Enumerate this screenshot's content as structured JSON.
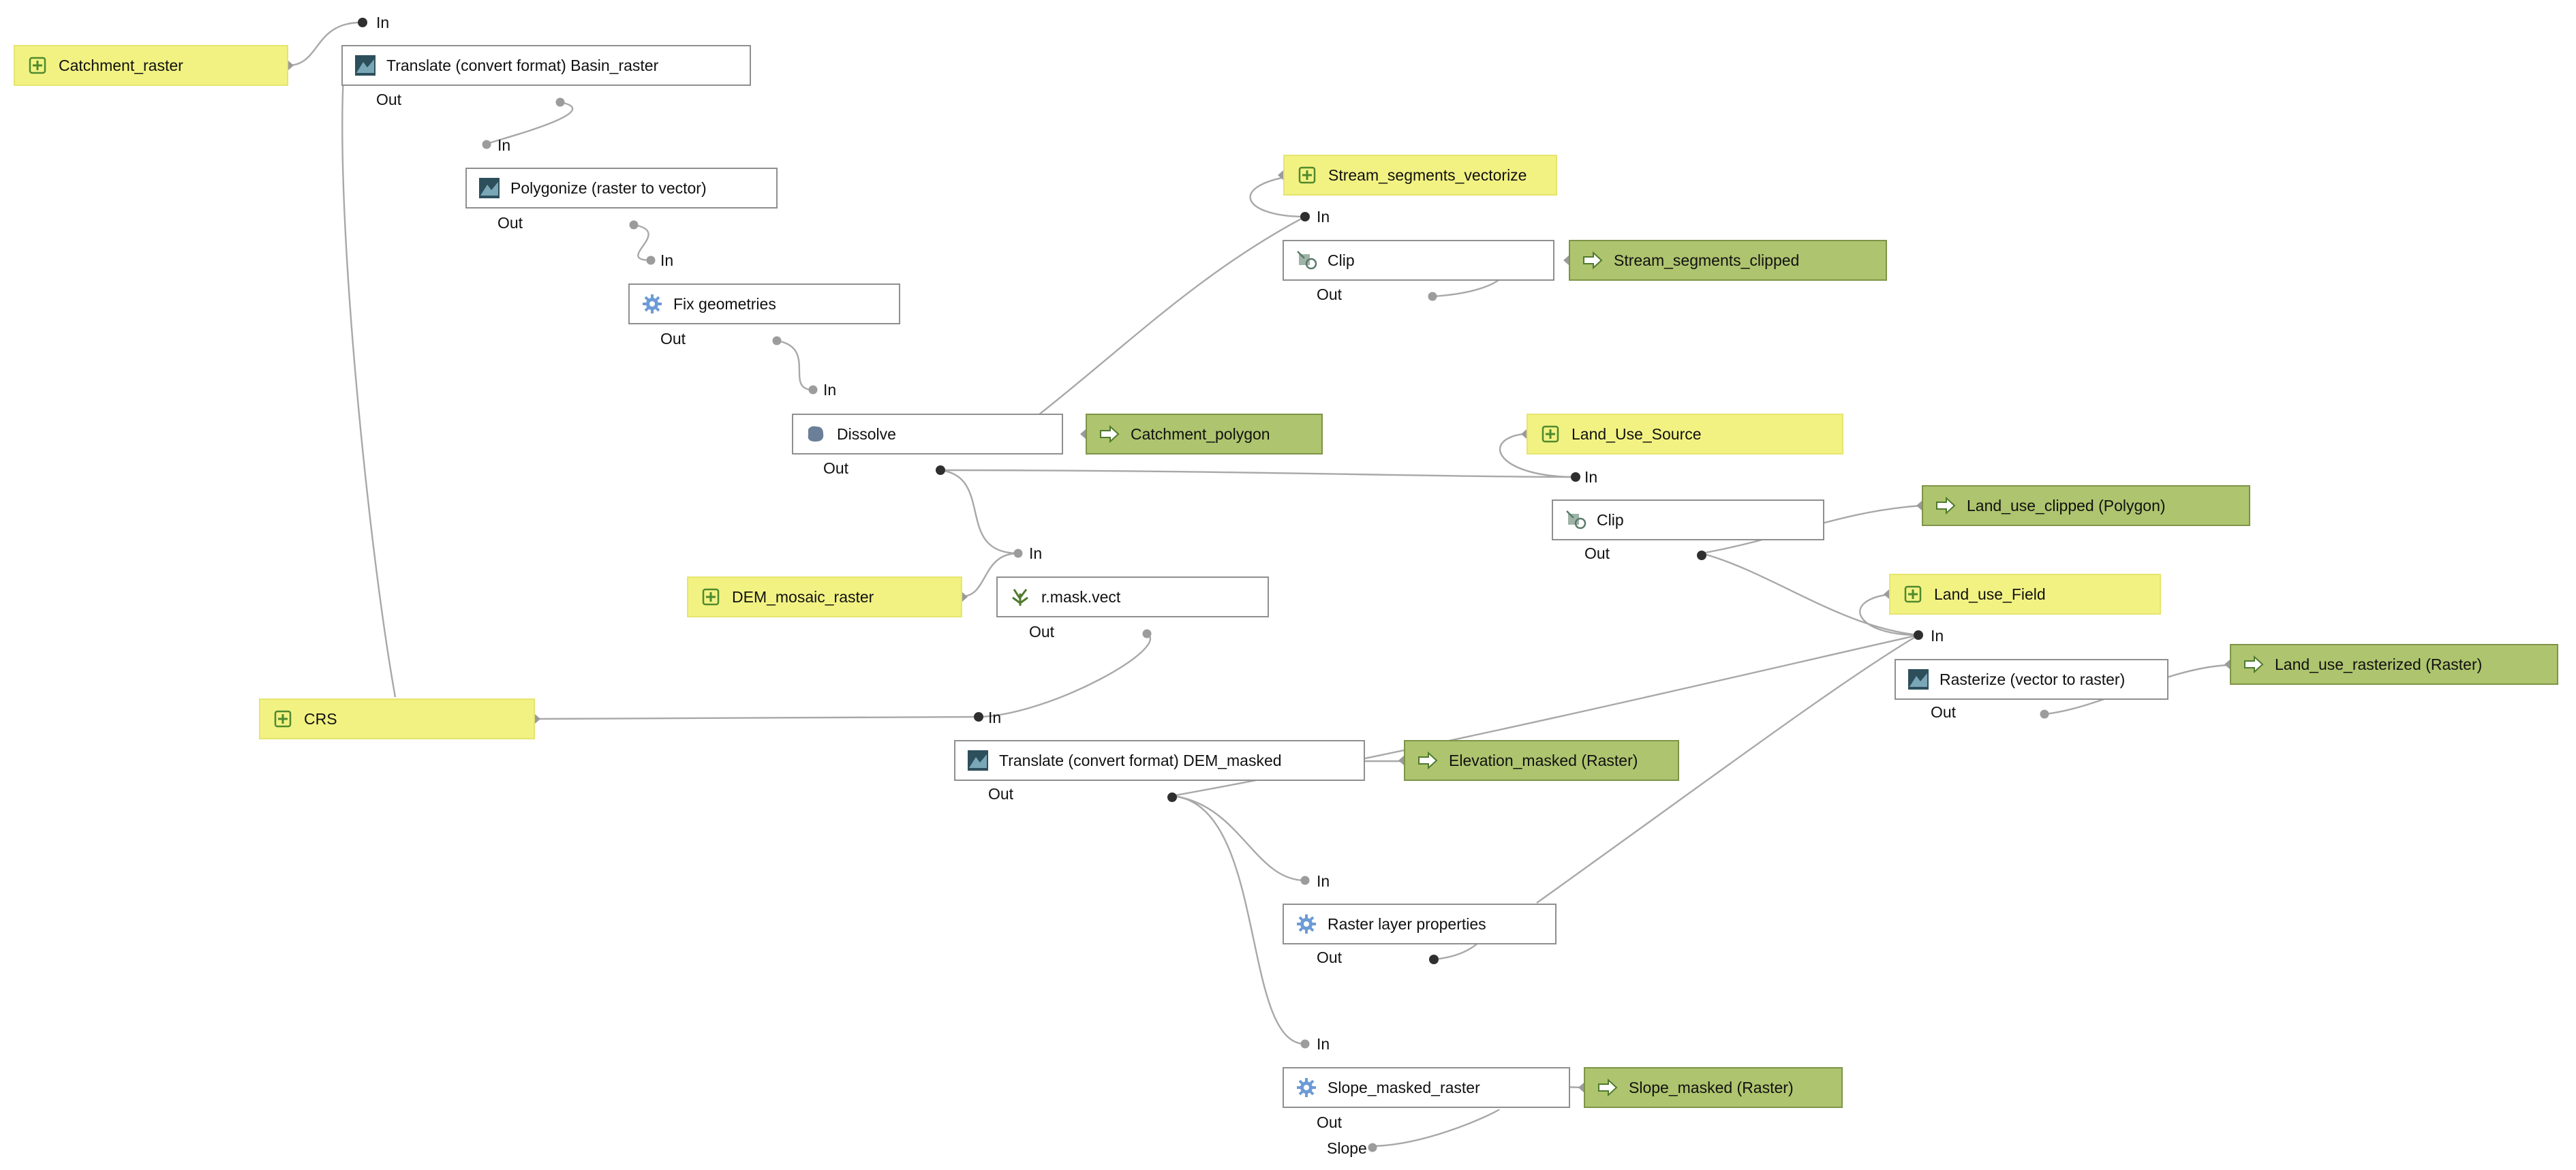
{
  "inputs": {
    "catchment_raster": "Catchment_raster",
    "stream_segments_vectorized": "Stream_segments_vectorize",
    "land_use_source": "Land_Use_Source",
    "land_use_field": "Land_use_Field",
    "dem_mosaic_raster": "DEM_mosaic_raster",
    "crs": "CRS"
  },
  "algorithms": {
    "translate_basin": {
      "label": "Translate (convert format) Basin_raster",
      "icon": "gdal-icon"
    },
    "polygonize": {
      "label": "Polygonize (raster to vector)",
      "icon": "gdal-icon"
    },
    "fix_geometries": {
      "label": "Fix geometries",
      "icon": "gear-icon"
    },
    "dissolve": {
      "label": "Dissolve",
      "icon": "dissolve-icon"
    },
    "clip_streams": {
      "label": "Clip",
      "icon": "clip-icon"
    },
    "clip_landuse": {
      "label": "Clip",
      "icon": "clip-icon"
    },
    "rmask_vect": {
      "label": "r.mask.vect",
      "icon": "grass-icon"
    },
    "rasterize": {
      "label": "Rasterize (vector to raster)",
      "icon": "gdal-icon"
    },
    "translate_dem": {
      "label": "Translate (convert format) DEM_masked",
      "icon": "gdal-icon"
    },
    "raster_layer_properties": {
      "label": "Raster layer properties",
      "icon": "gear-icon"
    },
    "slope_masked_raster": {
      "label": "Slope_masked_raster",
      "icon": "gear-icon"
    }
  },
  "outputs": {
    "stream_segments_clipped": "Stream_segments_clipped",
    "catchment_polygon": "Catchment_polygon",
    "land_use_clipped": "Land_use_clipped (Polygon)",
    "land_use_rasterized": "Land_use_rasterized (Raster)",
    "elevation_masked": "Elevation_masked (Raster)",
    "slope_masked": "Slope_masked (Raster)"
  },
  "ports": {
    "in": "In",
    "out": "Out",
    "slope": "Slope"
  },
  "colors": {
    "input_fill": "#f2f283",
    "output_fill": "#aec46e",
    "algorithm_fill": "#ffffff",
    "connector": "#a8a8a8"
  }
}
